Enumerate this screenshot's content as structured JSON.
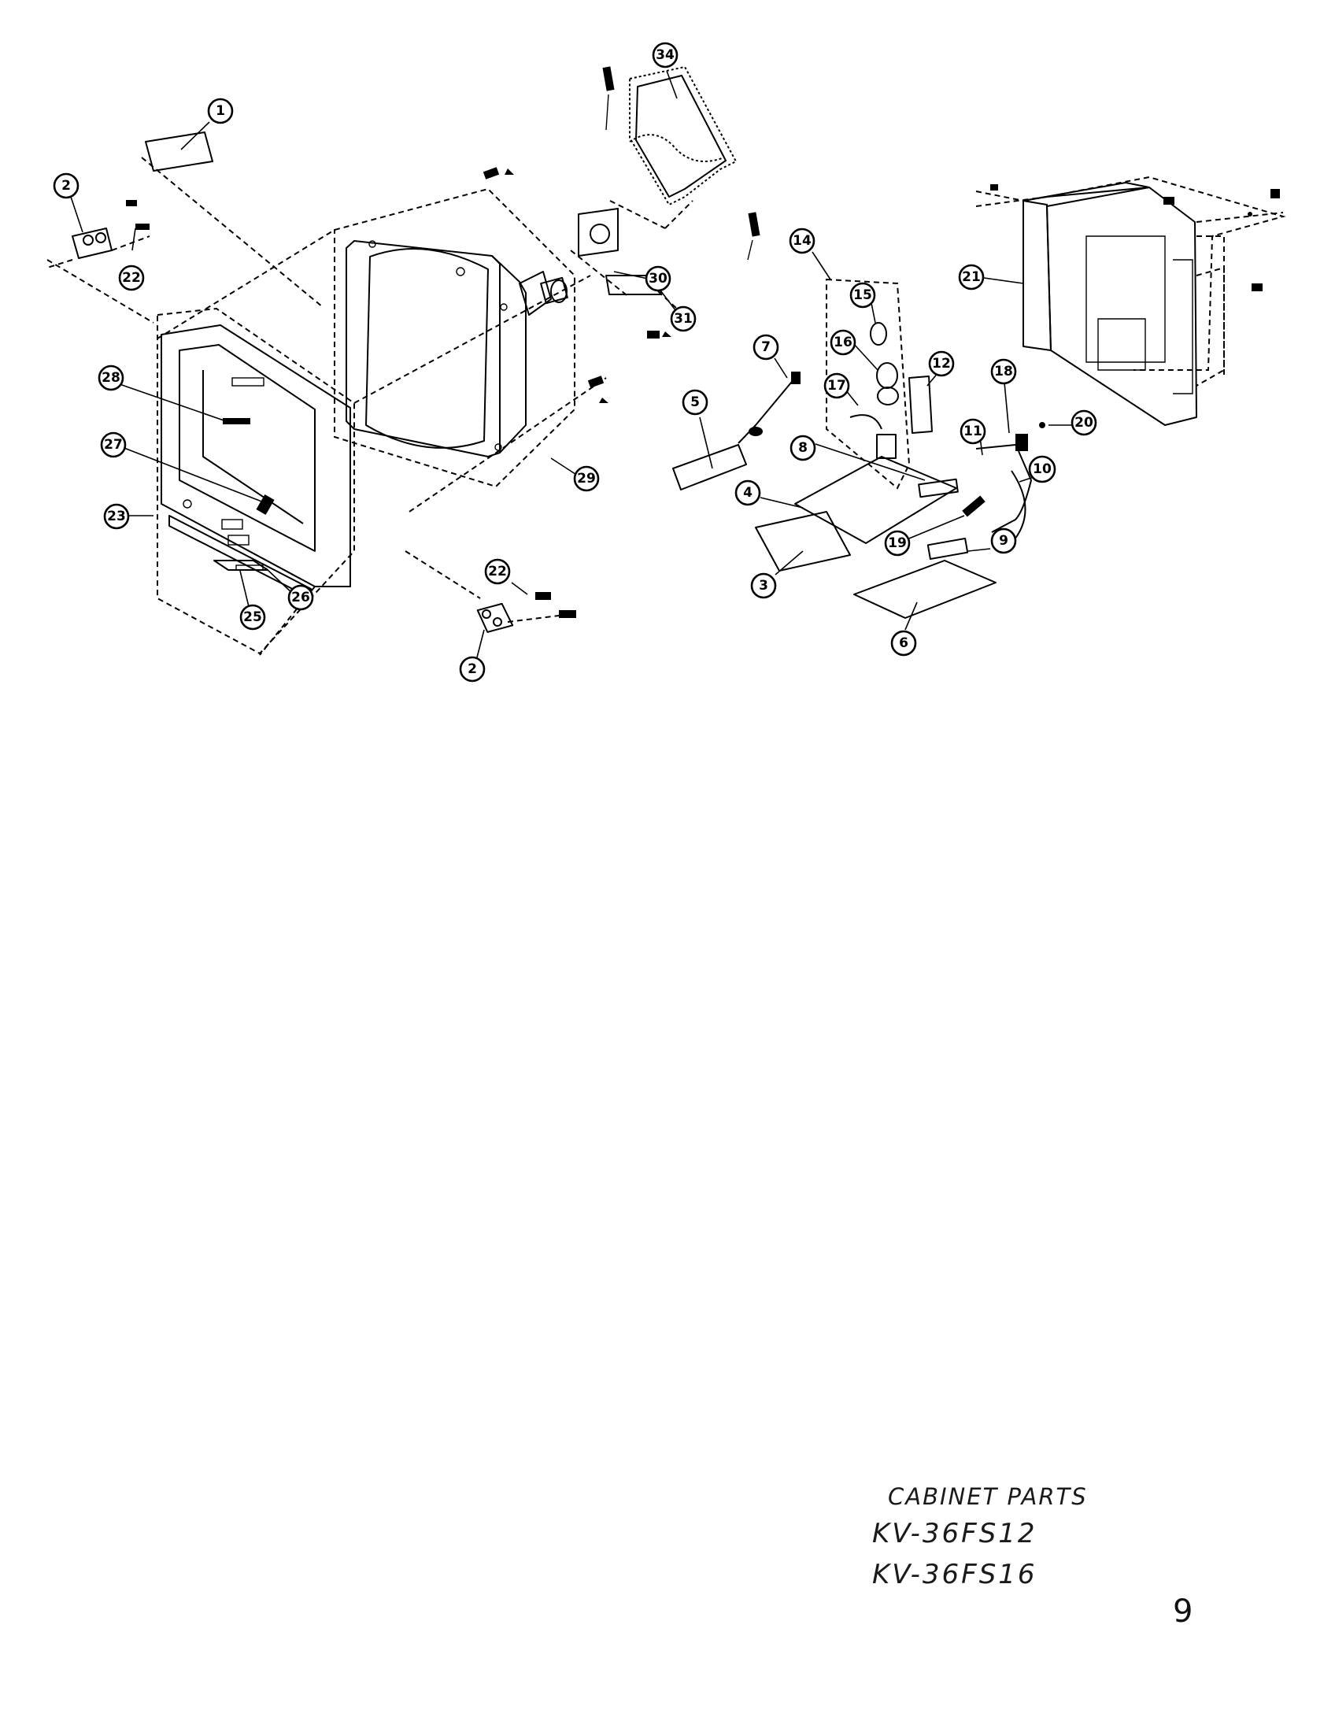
{
  "diagram": {
    "callouts": [
      {
        "id": "c1",
        "label": "1"
      },
      {
        "id": "c2a",
        "label": "2"
      },
      {
        "id": "c2b",
        "label": "2"
      },
      {
        "id": "c3",
        "label": "3"
      },
      {
        "id": "c4",
        "label": "4"
      },
      {
        "id": "c5",
        "label": "5"
      },
      {
        "id": "c6",
        "label": "6"
      },
      {
        "id": "c7",
        "label": "7"
      },
      {
        "id": "c8",
        "label": "8"
      },
      {
        "id": "c9",
        "label": "9"
      },
      {
        "id": "c10",
        "label": "10"
      },
      {
        "id": "c11",
        "label": "11"
      },
      {
        "id": "c12",
        "label": "12"
      },
      {
        "id": "c14",
        "label": "14"
      },
      {
        "id": "c15",
        "label": "15"
      },
      {
        "id": "c16",
        "label": "16"
      },
      {
        "id": "c17",
        "label": "17"
      },
      {
        "id": "c18",
        "label": "18"
      },
      {
        "id": "c19",
        "label": "19"
      },
      {
        "id": "c20",
        "label": "20"
      },
      {
        "id": "c21",
        "label": "21"
      },
      {
        "id": "c22a",
        "label": "22"
      },
      {
        "id": "c22b",
        "label": "22"
      },
      {
        "id": "c23",
        "label": "23"
      },
      {
        "id": "c25",
        "label": "25"
      },
      {
        "id": "c26",
        "label": "26"
      },
      {
        "id": "c27",
        "label": "27"
      },
      {
        "id": "c28",
        "label": "28"
      },
      {
        "id": "c29",
        "label": "29"
      },
      {
        "id": "c30",
        "label": "30"
      },
      {
        "id": "c31",
        "label": "31"
      },
      {
        "id": "c34",
        "label": "34"
      }
    ]
  },
  "note": {
    "title": "CABINET PARTS",
    "model_1": "KV-36FS12",
    "model_2": "KV-36FS16"
  },
  "page": {
    "number": "9"
  }
}
